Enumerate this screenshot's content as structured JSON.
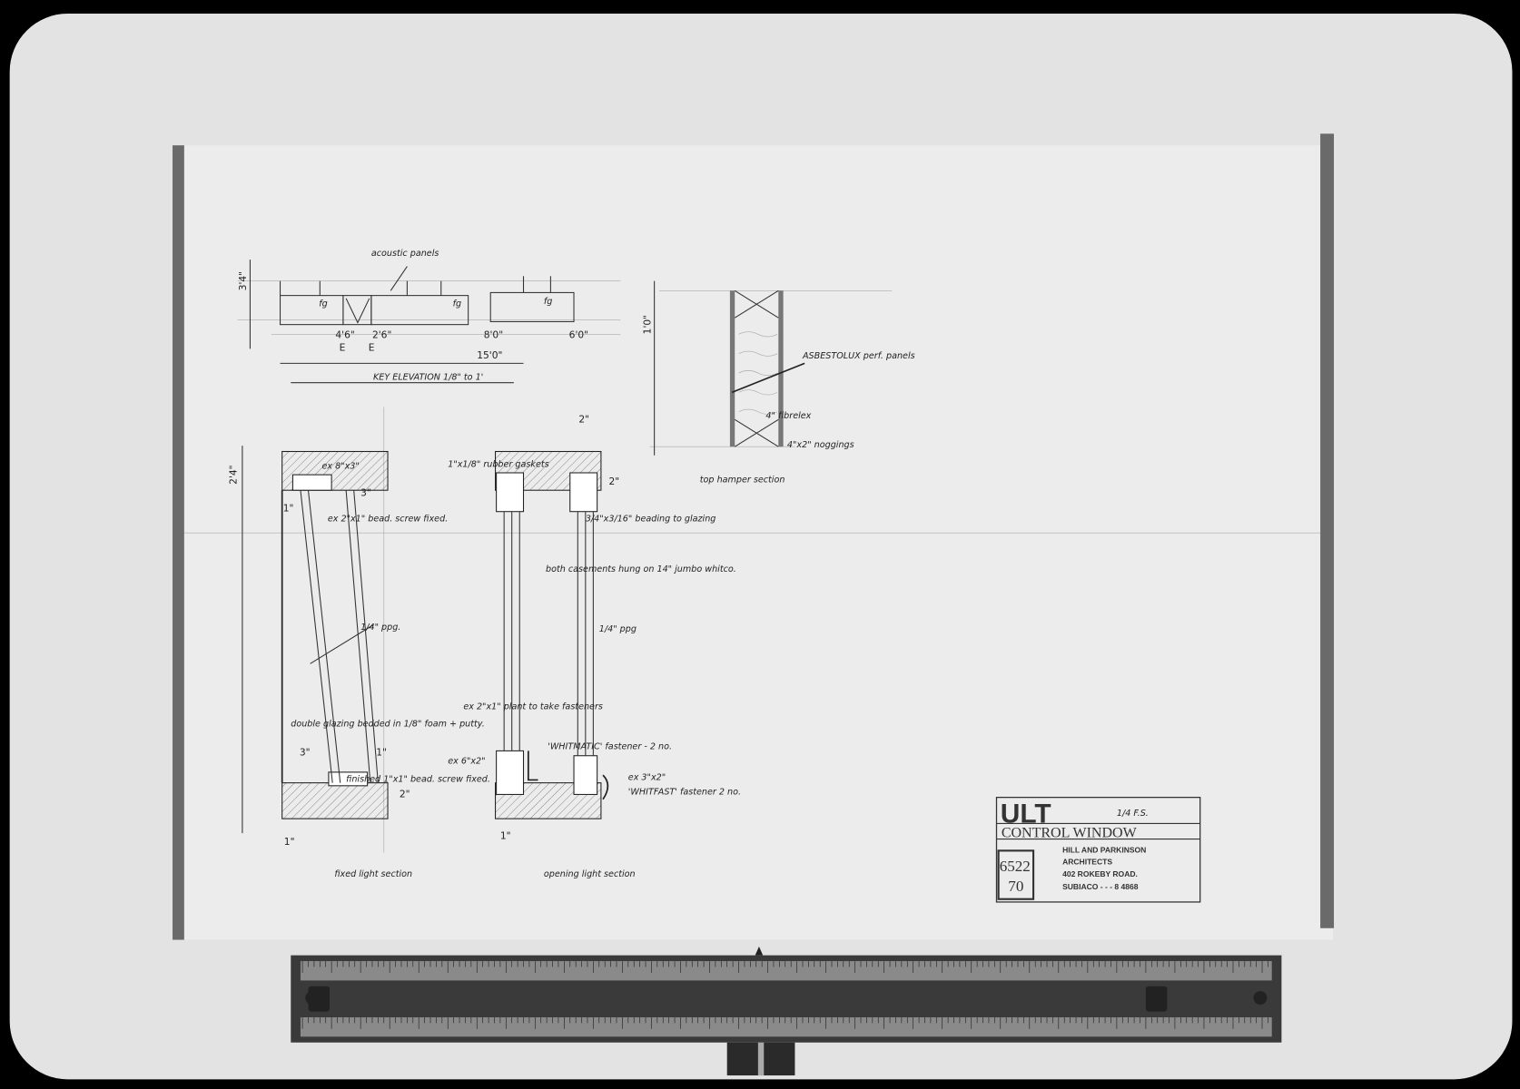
{
  "key_elevation": {
    "note_panels": "acoustic panels",
    "height_dim": "3'4\"",
    "glass_labels": [
      "fg",
      "fg",
      "fg"
    ],
    "dims": [
      "4'6\"",
      "2'6\"",
      "8'0\"",
      "6'0\""
    ],
    "total_dim": "15'0\"",
    "markers": [
      "E",
      "E"
    ],
    "title": "KEY ELEVATION 1/8\" to 1'"
  },
  "top_hamper": {
    "height_dim": "1'0\"",
    "note_panels": "ASBESTOLUX perf. panels",
    "note_fibre": "4\" fibrelex",
    "note_noggings": "4\"x2\" noggings",
    "title": "top hamper section"
  },
  "fixed_light": {
    "height_dim": "2'4\"",
    "head": "ex 8\"x3\"",
    "dim_3a": "3\"",
    "dim_1a": "1\"",
    "bead": "ex 2\"x1\" bead. screw fixed.",
    "glass": "1/4\" ppg.",
    "glazing": "double glazing bedded in 1/8\" foam + putty.",
    "dim_3b": "3\"",
    "dim_1b": "1\"",
    "finish_bead": "finished 1\"x1\" bead. screw fixed.",
    "dim_2": "2\"",
    "dim_1c": "1\"",
    "title": "fixed light section"
  },
  "opening_light": {
    "gaskets": "1\"x1/8\" rubber gaskets",
    "dim_2a": "2\"",
    "dim_2b": "2\"",
    "beading": "3/4\"x3/16\" beading to glazing",
    "hinges": "both casements hung on 14\" jumbo whitco.",
    "glass": "1/4\" ppg",
    "plant": "ex 2\"x1\" plant to take fasteners",
    "whitmatic": "'WHITMATIC' fastener - 2 no.",
    "sill_a": "ex 6\"x2\"",
    "sill_b": "ex 3\"x2\"",
    "whitfast": "'WHITFAST' fastener 2 no.",
    "dim_1": "1\"",
    "title": "opening light section"
  },
  "title_block": {
    "code": "ULT",
    "scale": "1/4 F.S.",
    "title": "CONTROL WINDOW",
    "drawing_no": "6522",
    "year": "70",
    "firm": "HILL AND PARKINSON",
    "firm_type": "ARCHITECTS",
    "address": "402 ROKEBY ROAD.",
    "city_phone": "SUBIACO - - - 8 4868"
  }
}
